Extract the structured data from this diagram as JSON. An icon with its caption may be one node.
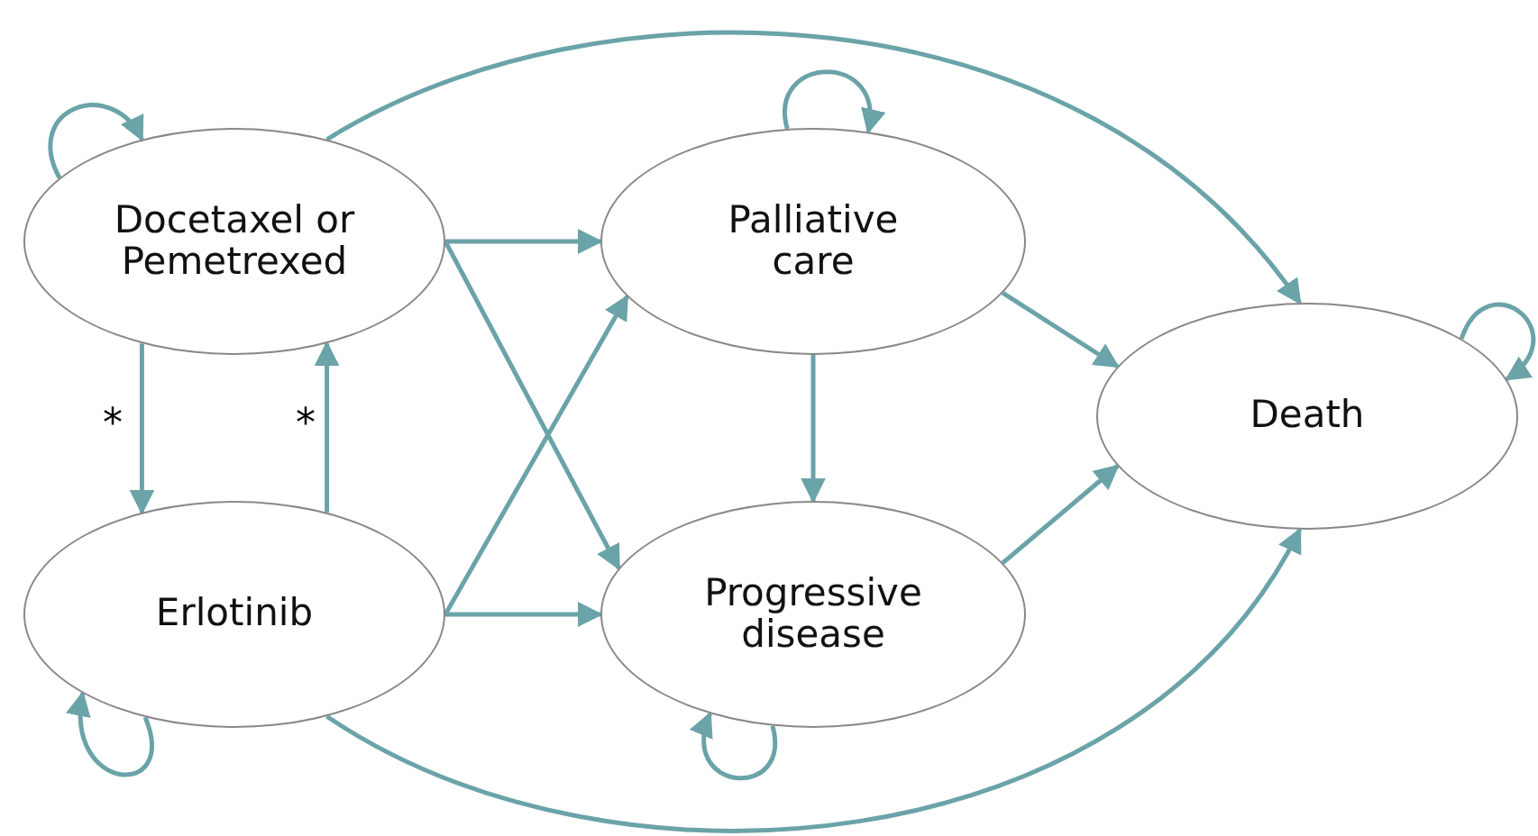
{
  "diagram": {
    "nodes": [
      {
        "text": [
          "Docetaxel or Pemetrexed"
        ]
      },
      {
        "text": [
          "Palliative care"
        ]
      },
      {
        "text": [
          "Death"
        ]
      },
      {
        "text": [
          "Erlotinib"
        ]
      },
      {
        "text": [
          "Progressive disease"
        ]
      }
    ],
    "edges": [
      {
        "from": 0,
        "to": 0,
        "arrow": "to"
      },
      {
        "from": 1,
        "to": 1,
        "arrow": "to"
      },
      {
        "from": 2,
        "to": 2,
        "arrow": "to"
      },
      {
        "from": 3,
        "to": 3,
        "arrow": "to"
      },
      {
        "from": 4,
        "to": 4,
        "arrow": "to"
      },
      {
        "from": 0,
        "to": 3,
        "arrow": "to",
        "label": "*"
      },
      {
        "from": 3,
        "to": 0,
        "arrow": "to",
        "label": "*"
      },
      {
        "from": 0,
        "to": 1,
        "arrow": "to"
      },
      {
        "from": 0,
        "to": 4,
        "arrow": "to"
      },
      {
        "from": 0,
        "to": 2,
        "arrow": "to"
      },
      {
        "from": 3,
        "to": 1,
        "arrow": "to"
      },
      {
        "from": 3,
        "to": 4,
        "arrow": "to"
      },
      {
        "from": 3,
        "to": 2,
        "arrow": "to"
      },
      {
        "from": 1,
        "to": 4,
        "arrow": "to"
      },
      {
        "from": 1,
        "to": 2,
        "arrow": "to"
      },
      {
        "from": 4,
        "to": 2,
        "arrow": "to"
      }
    ]
  }
}
